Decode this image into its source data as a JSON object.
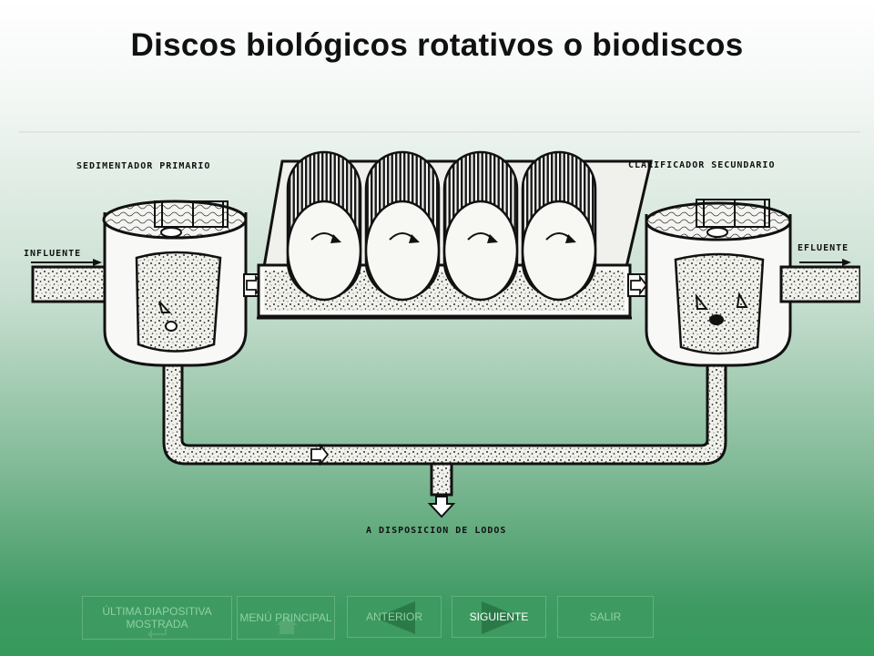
{
  "title": "Discos biológicos rotativos o biodiscos",
  "diagram": {
    "labels": {
      "primary": "SEDIMENTADOR PRIMARIO",
      "secondary": "CLARIFICADOR SECUNDARIO",
      "influent": "INFLUENTE",
      "effluent": "EFLUENTE",
      "sludge": "A DISPOSICION DE LODOS"
    }
  },
  "nav": {
    "last": "ÚLTIMA DIAPOSITIVA MOSTRADA",
    "menu": "MENÚ PRINCIPAL",
    "prev": "ANTERIOR",
    "next": "SIGUIENTE",
    "exit": "SALIR"
  },
  "colors": {
    "accent": "#3d9a60",
    "ink": "#111111"
  }
}
